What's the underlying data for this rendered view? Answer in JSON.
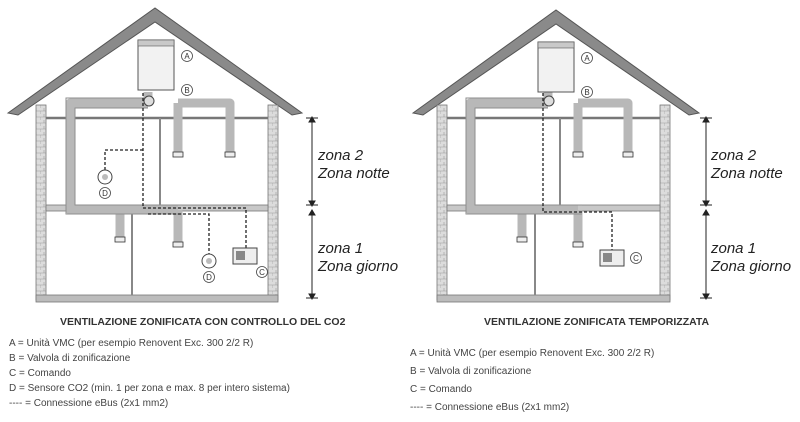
{
  "left": {
    "caption": "VENTILAZIONE ZONIFICATA CON CONTROLLO DEL CO2",
    "zone_upper": [
      "zona 2",
      "Zona notte"
    ],
    "zone_lower": [
      "zona 1",
      "Zona giorno"
    ],
    "legend": [
      "A  = Unità VMC (per esempio Renovent Exc. 300 2/2 R)",
      "B  = Valvola di zonificazione",
      "C  = Comando",
      "D  = Sensore CO2 (min. 1 per zona e max. 8 per intero sistema)",
      "---- = Connessione eBus (2x1 mm2)"
    ],
    "tags": [
      "A",
      "B",
      "C",
      "D",
      "D"
    ]
  },
  "right": {
    "caption": "VENTILAZIONE ZONIFICATA TEMPORIZZATA",
    "zone_upper": [
      "zona 2",
      "Zona notte"
    ],
    "zone_lower": [
      "zona 1",
      "Zona giorno"
    ],
    "legend": [
      "A  = Unità VMC (per esempio Renovent Exc. 300 2/2 R)",
      "B  = Valvola di zonificazione",
      "C  = Comando",
      "---- = Connessione eBus (2x1 mm2)"
    ],
    "tags": [
      "A",
      "B",
      "C"
    ]
  }
}
